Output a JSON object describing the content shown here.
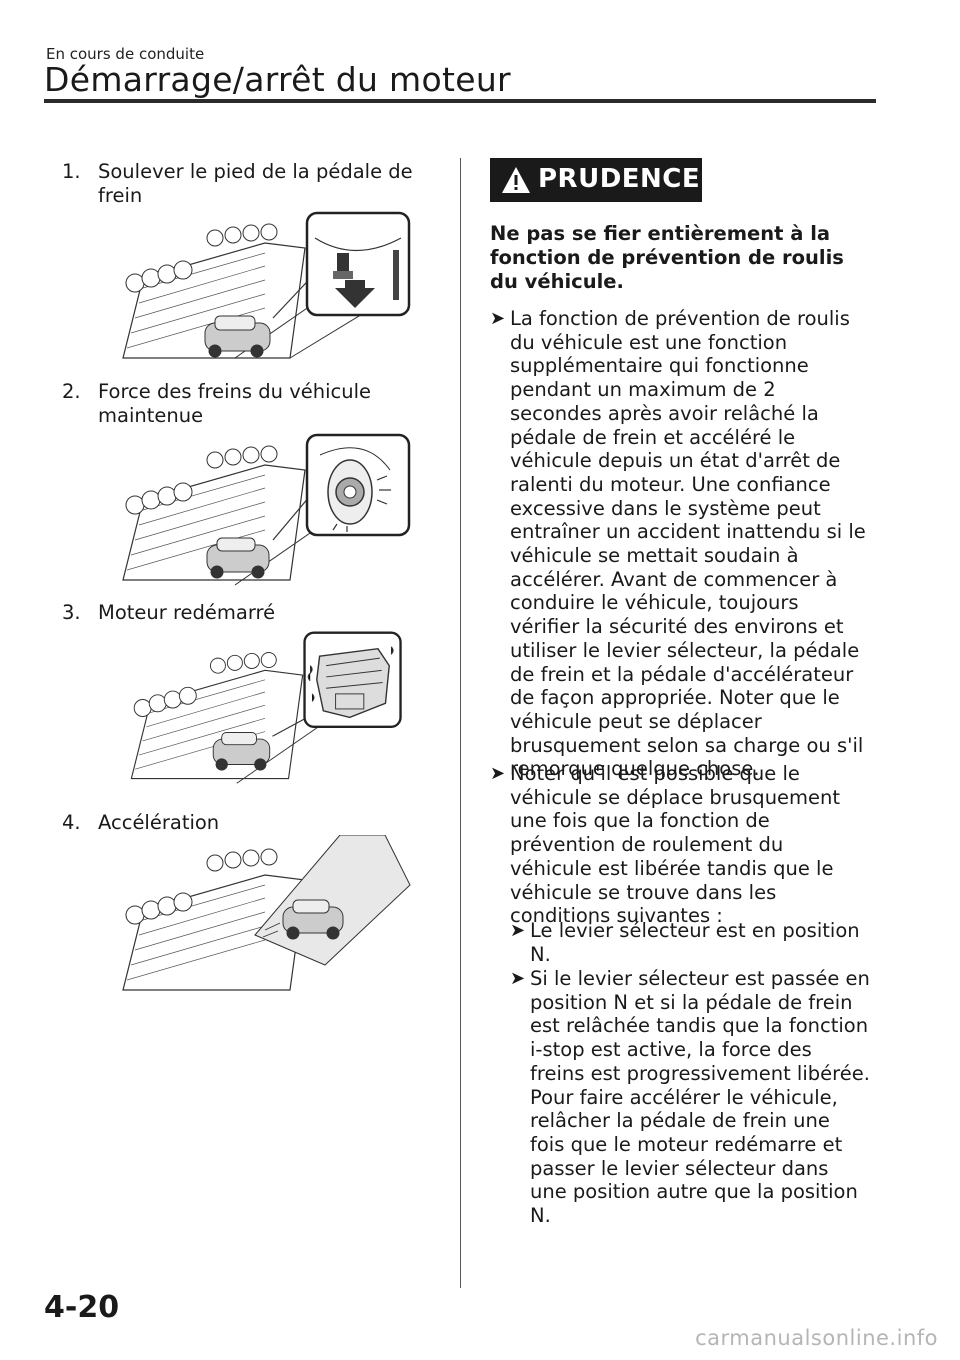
{
  "header": {
    "section": "En cours de conduite",
    "title": "Démarrage/arrêt du moteur"
  },
  "steps": [
    {
      "num": "1.",
      "text": "Soulever le pied de la pédale de frein",
      "icon": "brake-pedal-release-icon"
    },
    {
      "num": "2.",
      "text": "Force des freins du véhicule maintenue",
      "icon": "brake-force-held-icon"
    },
    {
      "num": "3.",
      "text": "Moteur redémarré",
      "icon": "engine-restart-icon"
    },
    {
      "num": "4.",
      "text": "Accélération",
      "icon": "acceleration-icon"
    }
  ],
  "caution": {
    "label": "PRUDENCE",
    "icon": "warning-triangle-icon",
    "heading": "Ne pas se fier entièrement à la fonction de prévention de roulis du véhicule.",
    "bullets": [
      "La fonction de prévention de roulis du véhicule est une fonction supplémentaire qui fonctionne pendant un maximum de 2 secondes après avoir relâché la pédale de frein et accéléré le véhicule depuis un état d'arrêt de ralenti du moteur. Une confiance excessive dans le système peut entraîner un accident inattendu si le véhicule se mettait soudain à accélérer. Avant de commencer à conduire le véhicule, toujours vérifier la sécurité des environs et utiliser le levier sélecteur, la pédale de frein et la pédale d'accélérateur de façon appropriée. Noter que le véhicule peut se déplacer brusquement selon sa charge ou s'il remorque quelque chose.",
      "Noter qu'il est possible que le véhicule se déplace brusquement une fois que la fonction de prévention de roulement du véhicule est libérée tandis que le véhicule se trouve dans les conditions suivantes :"
    ],
    "sub_bullets": [
      "Le levier sélecteur est en position N.",
      "Si le levier sélecteur est passée en position N et si la pédale de frein est relâchée tandis que la fonction i-stop est active, la force des freins est progressivement libérée. Pour faire accélérer le véhicule, relâcher la pédale de frein une fois que le moteur redémarre et passer le levier sélecteur dans une position autre que la position N."
    ]
  },
  "footer": {
    "page_number": "4-20",
    "watermark": "carmanualsonline.info"
  }
}
